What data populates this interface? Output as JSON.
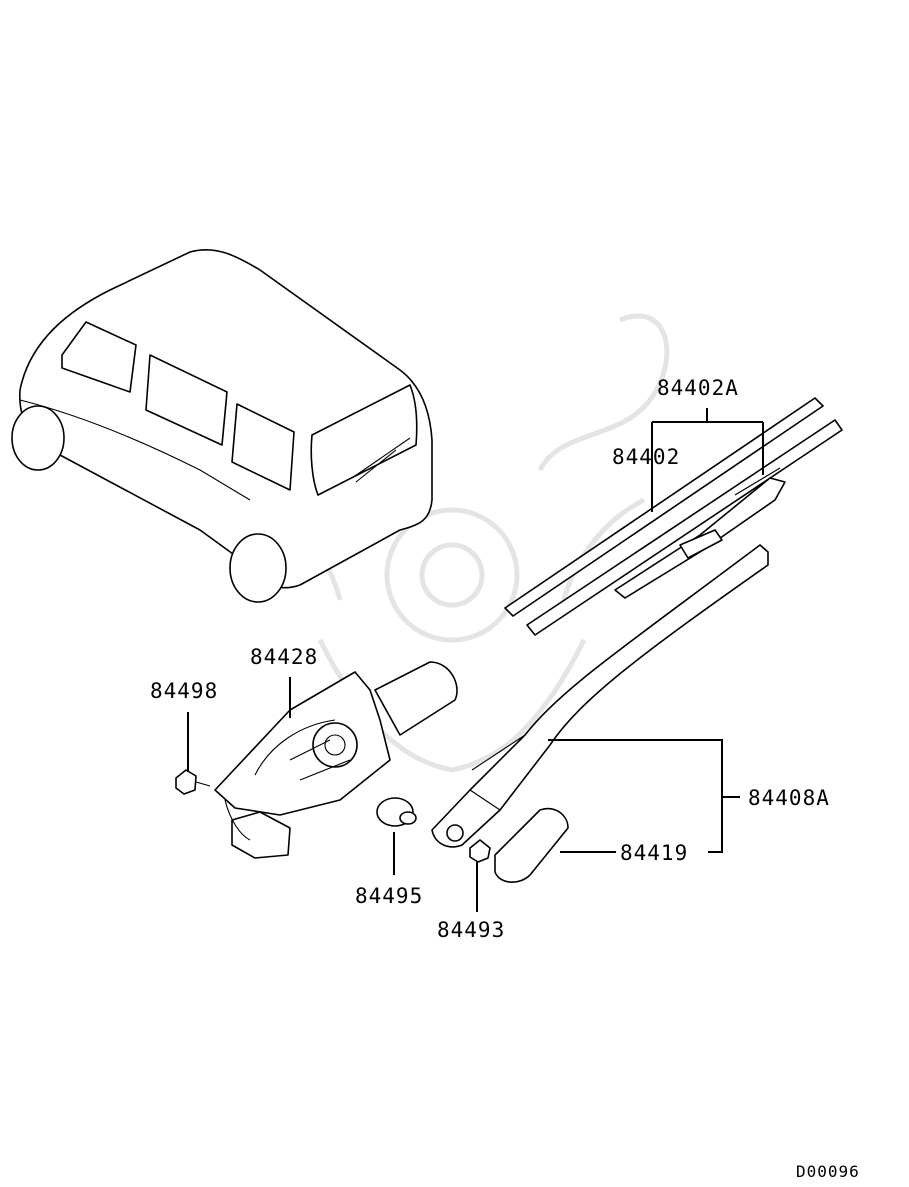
{
  "diagram": {
    "code": "D00096",
    "labels": {
      "p84402A": "84402A",
      "p84402": "84402",
      "p84428": "84428",
      "p84498": "84498",
      "p84408A": "84408A",
      "p84419": "84419",
      "p84495": "84495",
      "p84493": "84493"
    },
    "colors": {
      "line": "#000000",
      "watermark": "#e4e4e4",
      "background": "#ffffff"
    }
  }
}
